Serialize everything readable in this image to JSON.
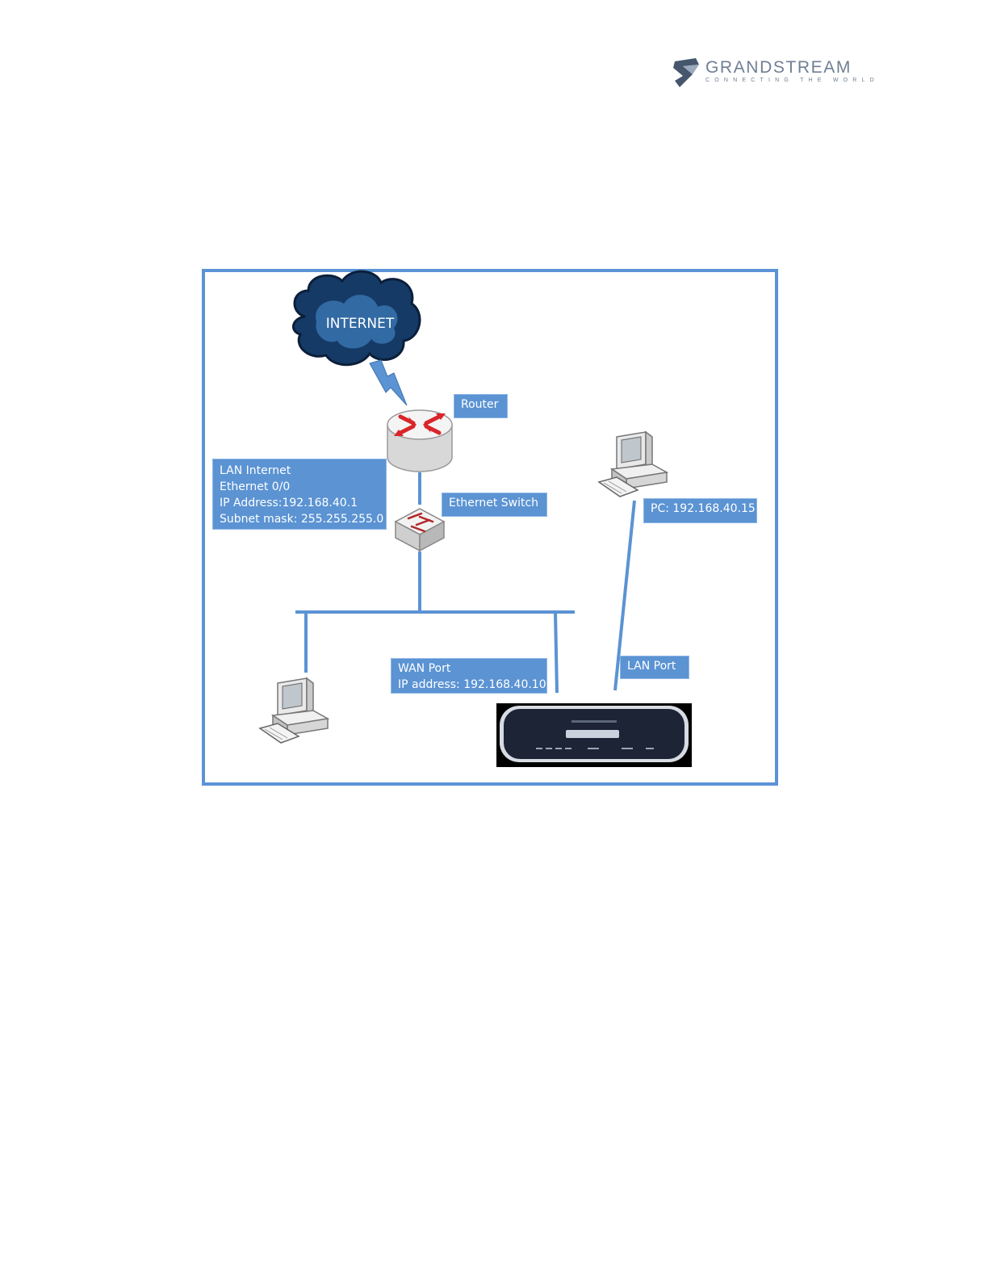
{
  "logo": {
    "name": "GRANDSTREAM",
    "tagline": "CONNECTING THE WORLD",
    "brand_color": "#6f7f93"
  },
  "diagram": {
    "cloud_label": "INTERNET",
    "router_label": "Router",
    "lan_info": [
      "LAN Internet",
      "Ethernet 0/0",
      "IP Address:192.168.40.1",
      "Subnet mask: 255.255.255.0"
    ],
    "switch_label": "Ethernet Switch",
    "pc_label": "PC: 192.168.40.15",
    "wan_info": [
      "WAN Port",
      "IP address: 192.168.40.10"
    ],
    "lan_port_label": "LAN Port",
    "colors": {
      "frame": "#5b93d6",
      "label_bg": "#5b93d3",
      "line": "#5b93d3",
      "router_arrows": "#d9252a"
    }
  }
}
